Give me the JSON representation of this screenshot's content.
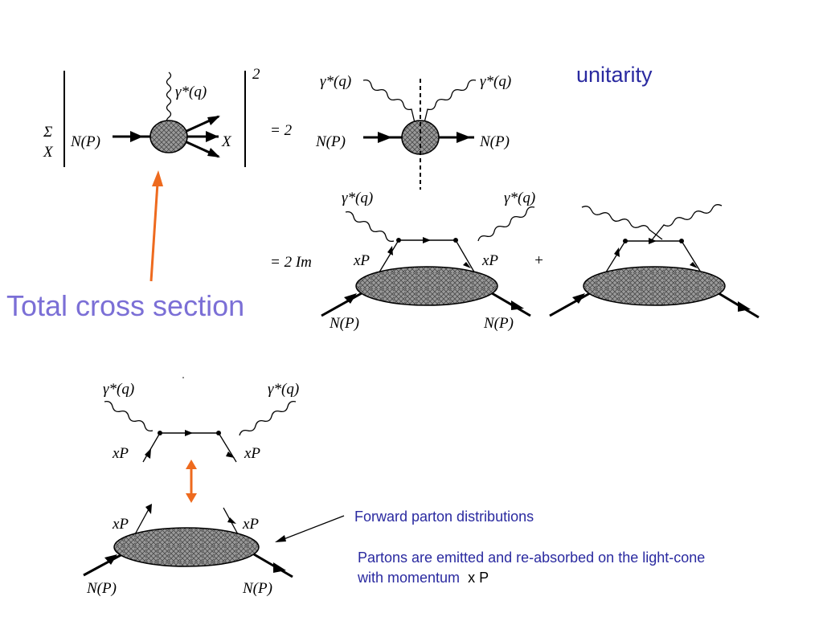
{
  "labels": {
    "unitarity": "unitarity",
    "total_cross_section": "Total cross section",
    "forward_parton": "Forward parton distributions",
    "partons_line1": "Partons are emitted and re-absorbed on the light-cone",
    "partons_line2_prefix": "with momentum",
    "partons_line2_xp": "x P"
  },
  "math": {
    "sigma": "Σ",
    "x_sum": "X",
    "nucleon": "N(P)",
    "photon": "γ*(q)",
    "final_x": "X",
    "square": "2",
    "eq2": "= 2",
    "eq2im": "= 2 Im",
    "xp": "xP",
    "plus": "+"
  },
  "colors": {
    "text_blue": "#2a2aa0",
    "text_violet": "#7b6fd6",
    "arrow_orange": "#ee6a1e",
    "blob_fill": "#8c8c8c"
  }
}
